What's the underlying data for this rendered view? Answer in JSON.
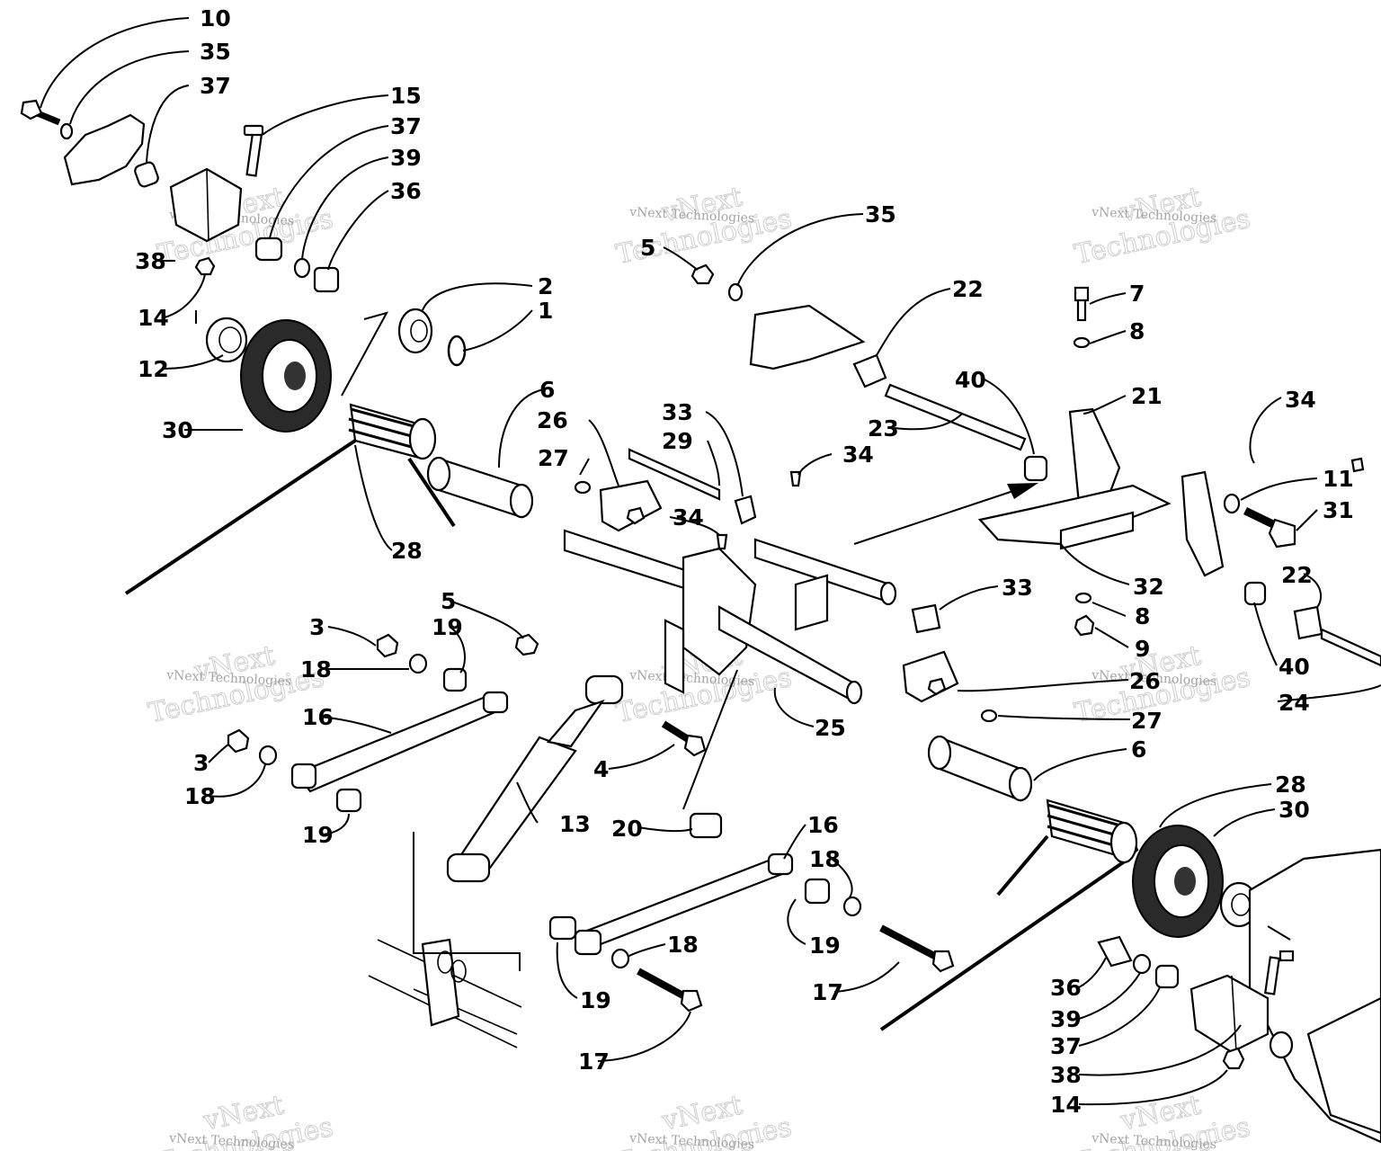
{
  "watermark": {
    "line1": "vNext",
    "line2": "Technologies",
    "small": "vNext Technologies"
  },
  "callouts": [
    {
      "id": "c10",
      "text": "10"
    },
    {
      "id": "c35a",
      "text": "35"
    },
    {
      "id": "c37a",
      "text": "37"
    },
    {
      "id": "c15",
      "text": "15"
    },
    {
      "id": "c37b",
      "text": "37"
    },
    {
      "id": "c39a",
      "text": "39"
    },
    {
      "id": "c36a",
      "text": "36"
    },
    {
      "id": "c38a",
      "text": "38"
    },
    {
      "id": "c14a",
      "text": "14"
    },
    {
      "id": "c12",
      "text": "12"
    },
    {
      "id": "c30a",
      "text": "30"
    },
    {
      "id": "c2",
      "text": "2"
    },
    {
      "id": "c1",
      "text": "1"
    },
    {
      "id": "c6a",
      "text": "6"
    },
    {
      "id": "c26a",
      "text": "26"
    },
    {
      "id": "c27a",
      "text": "27"
    },
    {
      "id": "c28a",
      "text": "28"
    },
    {
      "id": "c33a",
      "text": "33"
    },
    {
      "id": "c29",
      "text": "29"
    },
    {
      "id": "c34a",
      "text": "34"
    },
    {
      "id": "c34b",
      "text": "34"
    },
    {
      "id": "c5a",
      "text": "5"
    },
    {
      "id": "c35b",
      "text": "35"
    },
    {
      "id": "c22a",
      "text": "22"
    },
    {
      "id": "c23",
      "text": "23"
    },
    {
      "id": "c40a",
      "text": "40"
    },
    {
      "id": "c7",
      "text": "7"
    },
    {
      "id": "c8a",
      "text": "8"
    },
    {
      "id": "c21",
      "text": "21"
    },
    {
      "id": "c34c",
      "text": "34"
    },
    {
      "id": "c11",
      "text": "11"
    },
    {
      "id": "c31",
      "text": "31"
    },
    {
      "id": "c32",
      "text": "32"
    },
    {
      "id": "c8b",
      "text": "8"
    },
    {
      "id": "c9",
      "text": "9"
    },
    {
      "id": "c22b",
      "text": "22"
    },
    {
      "id": "c40b",
      "text": "40"
    },
    {
      "id": "c24",
      "text": "24"
    },
    {
      "id": "c33b",
      "text": "33"
    },
    {
      "id": "c26b",
      "text": "26"
    },
    {
      "id": "c27b",
      "text": "27"
    },
    {
      "id": "c25",
      "text": "25"
    },
    {
      "id": "c6b",
      "text": "6"
    },
    {
      "id": "c3a",
      "text": "3"
    },
    {
      "id": "c18a",
      "text": "18"
    },
    {
      "id": "c19a",
      "text": "19"
    },
    {
      "id": "c5b",
      "text": "5"
    },
    {
      "id": "c16a",
      "text": "16"
    },
    {
      "id": "c3b",
      "text": "3"
    },
    {
      "id": "c18b",
      "text": "18"
    },
    {
      "id": "c19b",
      "text": "19"
    },
    {
      "id": "c4",
      "text": "4"
    },
    {
      "id": "c13",
      "text": "13"
    },
    {
      "id": "c20",
      "text": "20"
    },
    {
      "id": "c16b",
      "text": "16"
    },
    {
      "id": "c18c",
      "text": "18"
    },
    {
      "id": "c19c",
      "text": "19"
    },
    {
      "id": "c17a",
      "text": "17"
    },
    {
      "id": "c18d",
      "text": "18"
    },
    {
      "id": "c19d",
      "text": "19"
    },
    {
      "id": "c17b",
      "text": "17"
    },
    {
      "id": "c28b",
      "text": "28"
    },
    {
      "id": "c30b",
      "text": "30"
    },
    {
      "id": "c36b",
      "text": "36"
    },
    {
      "id": "c39b",
      "text": "39"
    },
    {
      "id": "c37c",
      "text": "37"
    },
    {
      "id": "c38b",
      "text": "38"
    },
    {
      "id": "c14b",
      "text": "14"
    }
  ]
}
